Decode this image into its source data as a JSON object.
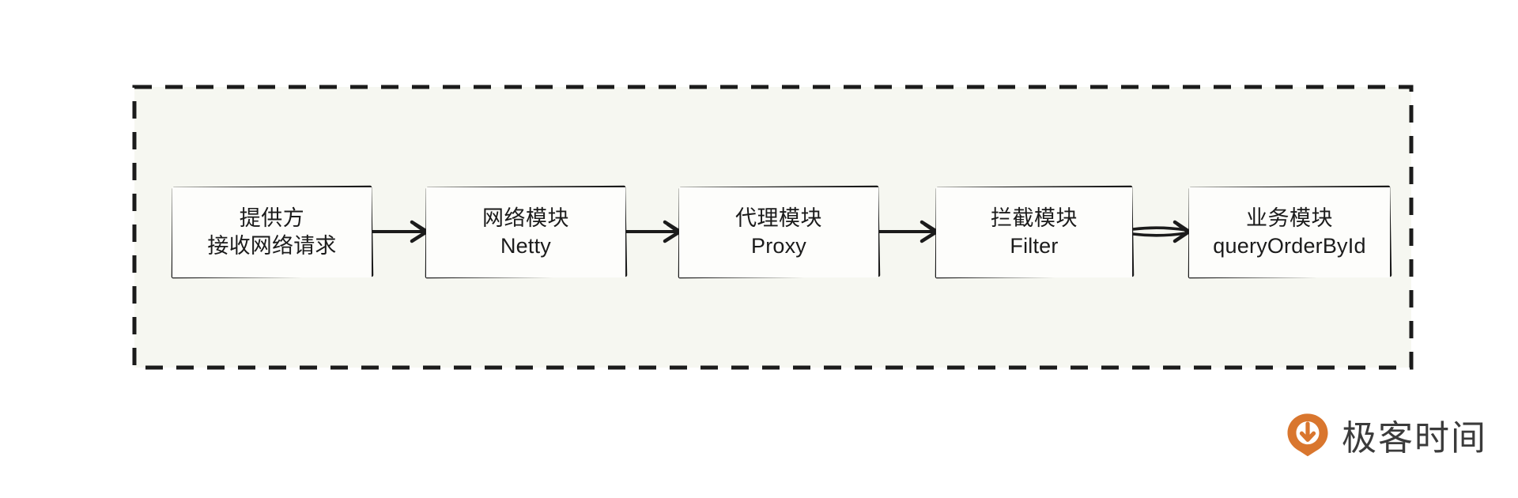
{
  "diagram": {
    "container": {
      "style": "dashed",
      "fill_color": "#f6f7f1",
      "border_color": "#1b1b1b"
    },
    "nodes": [
      {
        "id": "provider",
        "line1": "提供方",
        "line2": "接收网络请求"
      },
      {
        "id": "network",
        "line1": "网络模块",
        "line2": "Netty"
      },
      {
        "id": "proxy",
        "line1": "代理模块",
        "line2": "Proxy"
      },
      {
        "id": "filter",
        "line1": "拦截模块",
        "line2": "Filter"
      },
      {
        "id": "business",
        "line1": "业务模块",
        "line2": "queryOrderById"
      }
    ],
    "connectors": [
      {
        "from": "provider",
        "to": "network",
        "arrow": "arrow-right-icon"
      },
      {
        "from": "network",
        "to": "proxy",
        "arrow": "arrow-right-icon"
      },
      {
        "from": "proxy",
        "to": "filter",
        "arrow": "arrow-right-icon"
      },
      {
        "from": "filter",
        "to": "business",
        "arrow": "arrow-right-icon"
      }
    ],
    "node_fill": "#fdfdfb",
    "node_stroke": "#1b1b1b",
    "text_color": "#1b1b1b"
  },
  "watermark": {
    "brand_text": "极客时间",
    "mark_color": "#d9762e",
    "text_color": "#3b3b3b",
    "mark_icon": "geektime-q-arrow-icon"
  },
  "page": {
    "background": "#ffffff"
  }
}
